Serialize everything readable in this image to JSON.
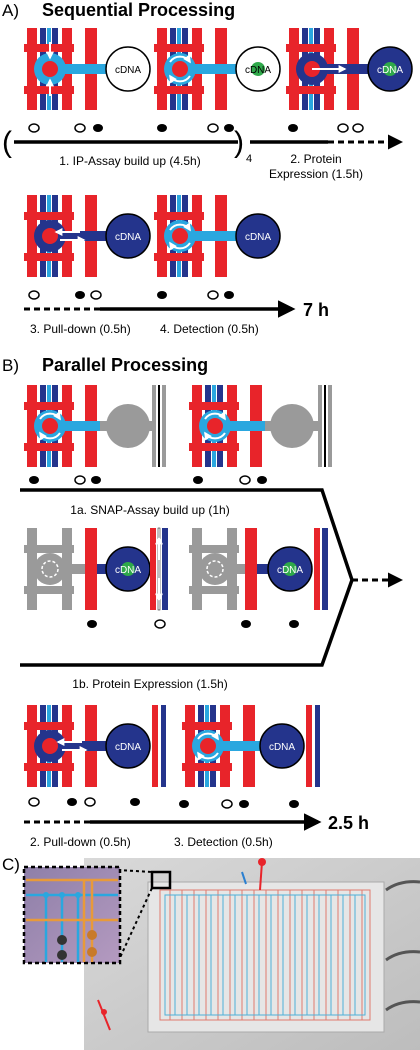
{
  "panel_a": {
    "letter": "A)",
    "title": "Sequential Processing",
    "step1": "1. IP-Assay build up (4.5h)",
    "repeat": "4",
    "step2_line1": "2. Protein",
    "step2_line2": "Expression (1.5h)",
    "step3": "3. Pull-down (0.5h)",
    "step4": "4. Detection (0.5h)",
    "total": "7 h",
    "chamber_label": "cDNA"
  },
  "panel_b": {
    "letter": "B)",
    "title": "Parallel Processing",
    "step1a": "1a. SNAP-Assay build up (1h)",
    "step1b": "1b. Protein Expression (1.5h)",
    "step2": "2. Pull-down (0.5h)",
    "step3": "3. Detection (0.5h)",
    "total": "2.5 h",
    "chamber_label": "cDNA"
  },
  "panel_c": {
    "letter": "C)"
  },
  "colors": {
    "red": "#e8242a",
    "light_blue": "#2aa7df",
    "dark_blue": "#24348c",
    "green": "#2fa84a",
    "gray": "#9a9a9a"
  }
}
